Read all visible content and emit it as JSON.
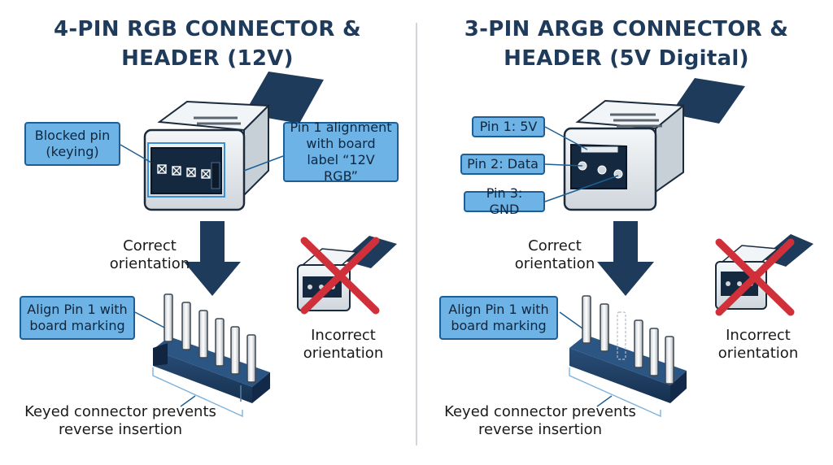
{
  "left": {
    "title": "4-PIN RGB CONNECTOR & HEADER (12V)",
    "callouts": {
      "blocked_pin": "Blocked pin (keying)",
      "pin1_alignment": "Pin 1 alignment with board label “12V RGB”",
      "align_pin1": "Align Pin 1 with board marking"
    },
    "correct_orientation": "Correct orientation",
    "incorrect_orientation": "Incorrect orientation",
    "keyed_note": "Keyed connector prevents reverse insertion"
  },
  "right": {
    "title": "3-PIN ARGB CONNECTOR & HEADER (5V Digital)",
    "callouts": {
      "pin1": "Pin 1: 5V",
      "pin2": "Pin 2: Data",
      "pin3": "Pin 3: GND",
      "align_pin1": "Align Pin 1 with board marking"
    },
    "correct_orientation": "Correct orientation",
    "incorrect_orientation": "Incorrect orientation",
    "keyed_note": "Keyed connector prevents reverse insertion"
  },
  "colors": {
    "navy": "#1f3b5c",
    "callout_fill": "#6db3e6",
    "callout_border": "#1d5f95",
    "cross_red": "#d0303a",
    "connector_body": "#e9eef2"
  },
  "icons": [
    "down-arrow-icon",
    "red-x-icon",
    "connector-icon",
    "pin-header-icon"
  ]
}
